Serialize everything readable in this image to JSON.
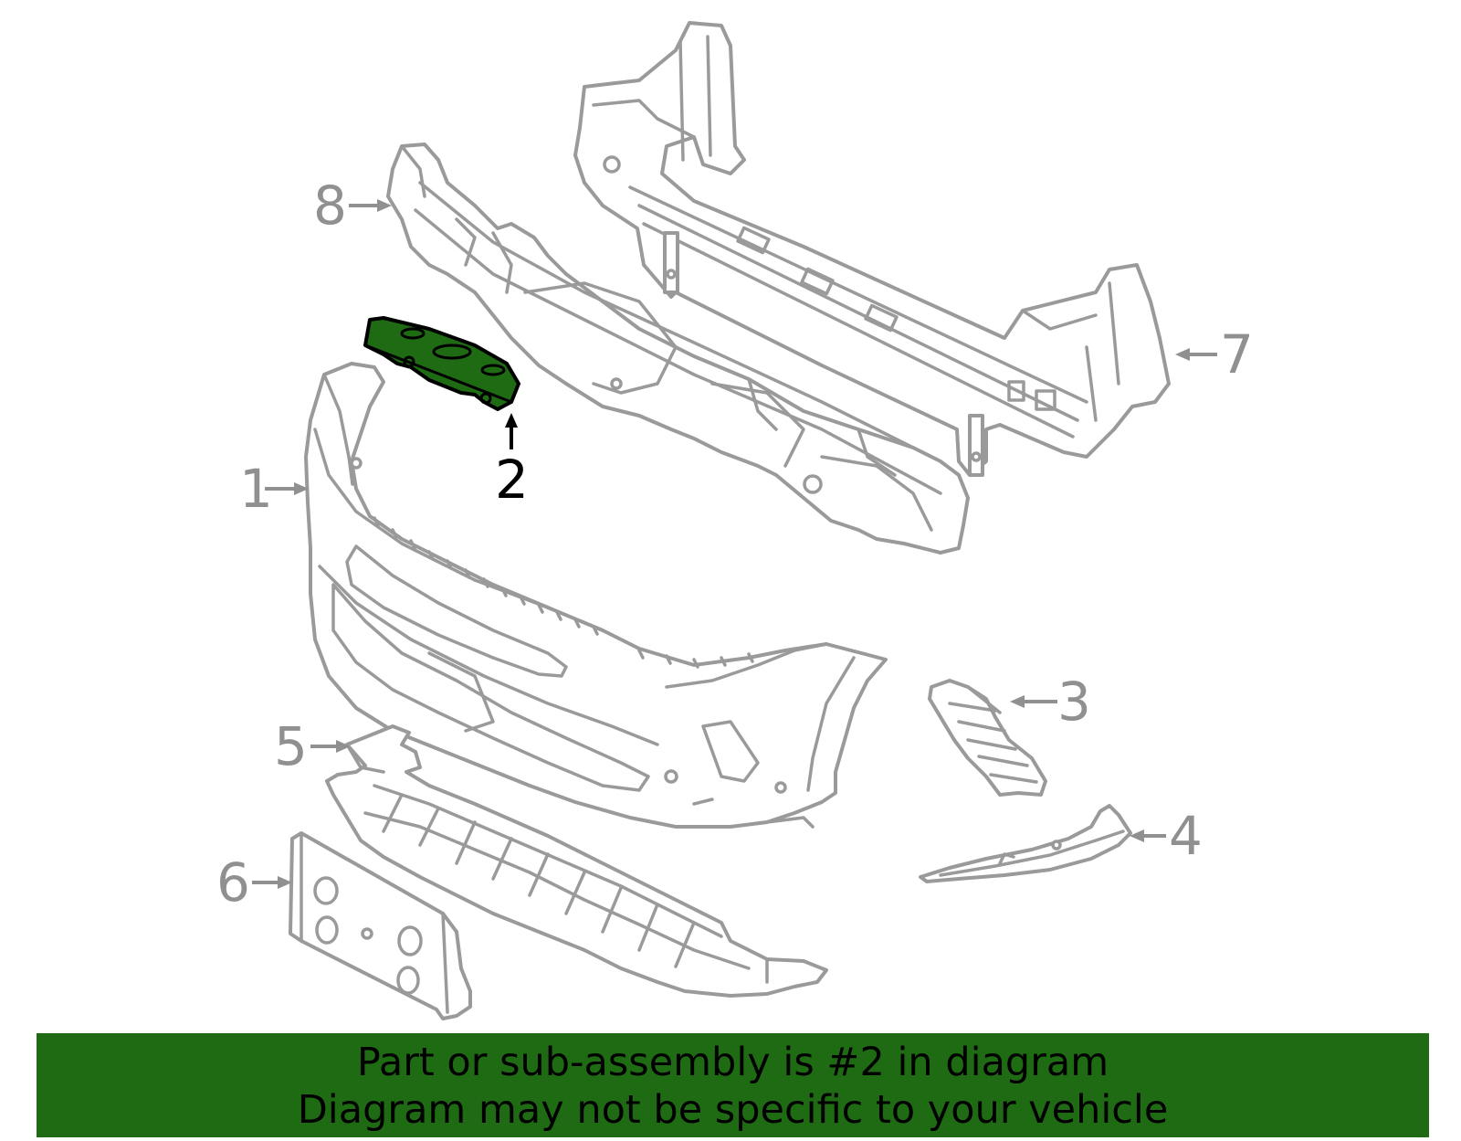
{
  "diagram": {
    "highlighted_part": "2",
    "callouts": [
      "1",
      "2",
      "3",
      "4",
      "5",
      "6",
      "7",
      "8"
    ]
  },
  "banner": {
    "line1": "Part or sub-assembly is #2 in diagram",
    "line2": "Diagram may not be specific to your vehicle",
    "color": "#1f6b14"
  }
}
